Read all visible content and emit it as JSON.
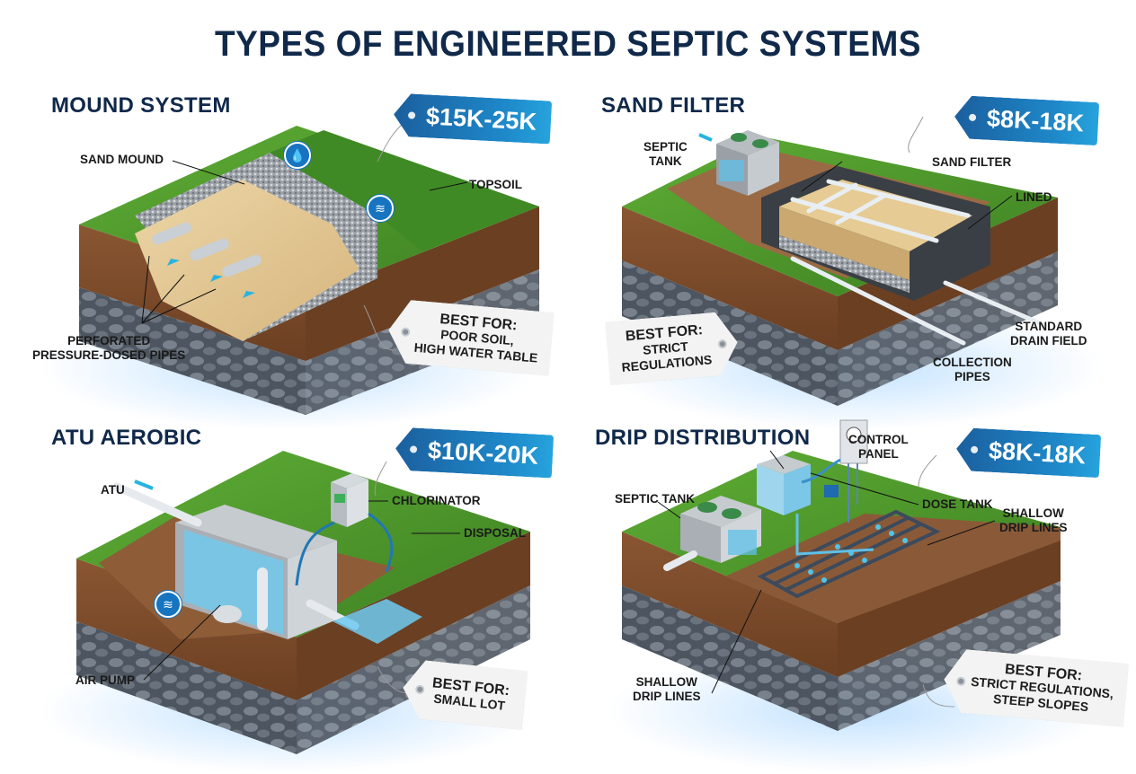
{
  "title": "TYPES OF ENGINEERED SEPTIC SYSTEMS",
  "colors": {
    "title": "#10294a",
    "grass": "#4f9a2c",
    "soil": "#7a4a2a",
    "rock": "#5b6470",
    "sand": "#e2c796",
    "water": "#5fc0e8",
    "price_tag": "#1e88c9",
    "best_tag": "#f2f3f2"
  },
  "panels": {
    "mound": {
      "title": "MOUND SYSTEM",
      "price": "$15K-25K",
      "labels": {
        "sand_mound": "SAND MOUND",
        "topsoil": "TOPSOIL",
        "pipes_line1": "PERFORATED",
        "pipes_line2": "PRESSURE-DOSED PIPES"
      },
      "icons": [
        "water-drop-icon",
        "water-table-icon"
      ],
      "best_for_label": "BEST FOR:",
      "best_for_line1": "POOR SOIL,",
      "best_for_line2": "HIGH WATER TABLE"
    },
    "sand_filter": {
      "title": "SAND FILTER",
      "price": "$8K-18K",
      "labels": {
        "septic_line1": "SEPTIC",
        "septic_line2": "TANK",
        "sand_filter": "SAND FILTER",
        "lined": "LINED",
        "drain_line1": "STANDARD",
        "drain_line2": "DRAIN FIELD",
        "collection_line1": "COLLECTION",
        "collection_line2": "PIPES"
      },
      "best_for_label": "BEST FOR:",
      "best_for_line1": "STRICT",
      "best_for_line2": "REGULATIONS"
    },
    "atu": {
      "title": "ATU AEROBIC",
      "price": "$10K-20K",
      "labels": {
        "atu": "ATU",
        "chlorinator": "CHLORINATOR",
        "disposal": "DISPOSAL",
        "air_pump": "AIR PUMP"
      },
      "icons": [
        "air-flow-icon"
      ],
      "best_for_label": "BEST FOR:",
      "best_for_line1": "SMALL LOT"
    },
    "drip": {
      "title": "DRIP DISTRIBUTION",
      "price": "$8K-18K",
      "labels": {
        "control_line1": "CONTROL",
        "control_line2": "PANEL",
        "septic_tank": "SEPTIC TANK",
        "dose_tank": "DOSE TANK",
        "shallow_top_line1": "SHALLOW",
        "shallow_top_line2": "DRIP LINES",
        "shallow_bottom_line1": "SHALLOW",
        "shallow_bottom_line2": "DRIP LINES"
      },
      "best_for_label": "BEST FOR:",
      "best_for_line1": "STRICT REGULATIONS,",
      "best_for_line2": "STEEP SLOPES"
    }
  }
}
